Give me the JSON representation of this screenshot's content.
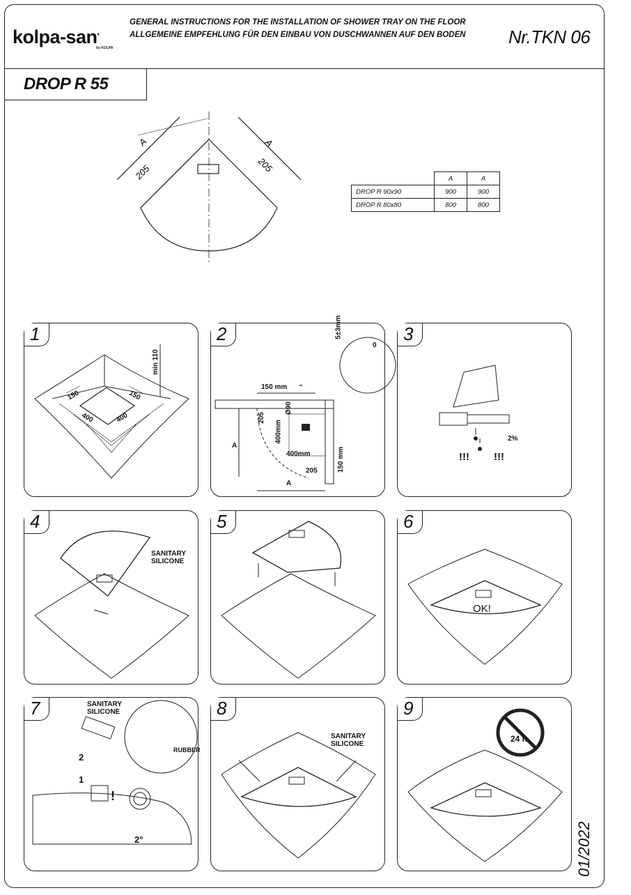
{
  "header": {
    "brand": "kolpa-san",
    "brand_sub": "by KOLPA",
    "title_en": "GENERAL INSTRUCTIONS FOR THE INSTALLATION OF SHOWER TRAY ON THE FLOOR",
    "title_de": "ALLGEMEINE EMPFEHLUNG FÜR DEN EINBAU VON DUSCHWANNEN AUF DEN BODEN",
    "doc_number": "Nr.TKN 06"
  },
  "model": "DROP R 55",
  "top_drawing": {
    "dim_a": "A",
    "dim_205": "205"
  },
  "dims_table": {
    "headers": [
      "A",
      "A"
    ],
    "rows": [
      {
        "label": "DROP R 90x90",
        "values": [
          "900",
          "900"
        ]
      },
      {
        "label": "DROP R 80x80",
        "values": [
          "800",
          "800"
        ]
      }
    ]
  },
  "steps": [
    {
      "number": "1",
      "labels": [
        "150",
        "150",
        "400",
        "400",
        "min 110"
      ]
    },
    {
      "number": "2",
      "labels": [
        "150 mm",
        "~",
        "205",
        "400mm",
        "Ø90",
        "400mm",
        "205",
        "150 mm",
        "A",
        "A",
        "5±3mm",
        "0"
      ]
    },
    {
      "number": "3",
      "labels": [
        "2%",
        "!!!",
        "!!!"
      ]
    },
    {
      "number": "4",
      "labels": [
        "SANITARY",
        "SILICONE"
      ]
    },
    {
      "number": "5",
      "labels": []
    },
    {
      "number": "6",
      "labels": [
        "OK!"
      ]
    },
    {
      "number": "7",
      "labels": [
        "SANITARY",
        "SILICONE",
        "RUBBER",
        "2",
        "1",
        "!",
        "2°"
      ]
    },
    {
      "number": "8",
      "labels": [
        "SANITARY",
        "SILICONE"
      ]
    },
    {
      "number": "9",
      "labels": [
        "24 h"
      ]
    }
  ],
  "date": "01/2022"
}
